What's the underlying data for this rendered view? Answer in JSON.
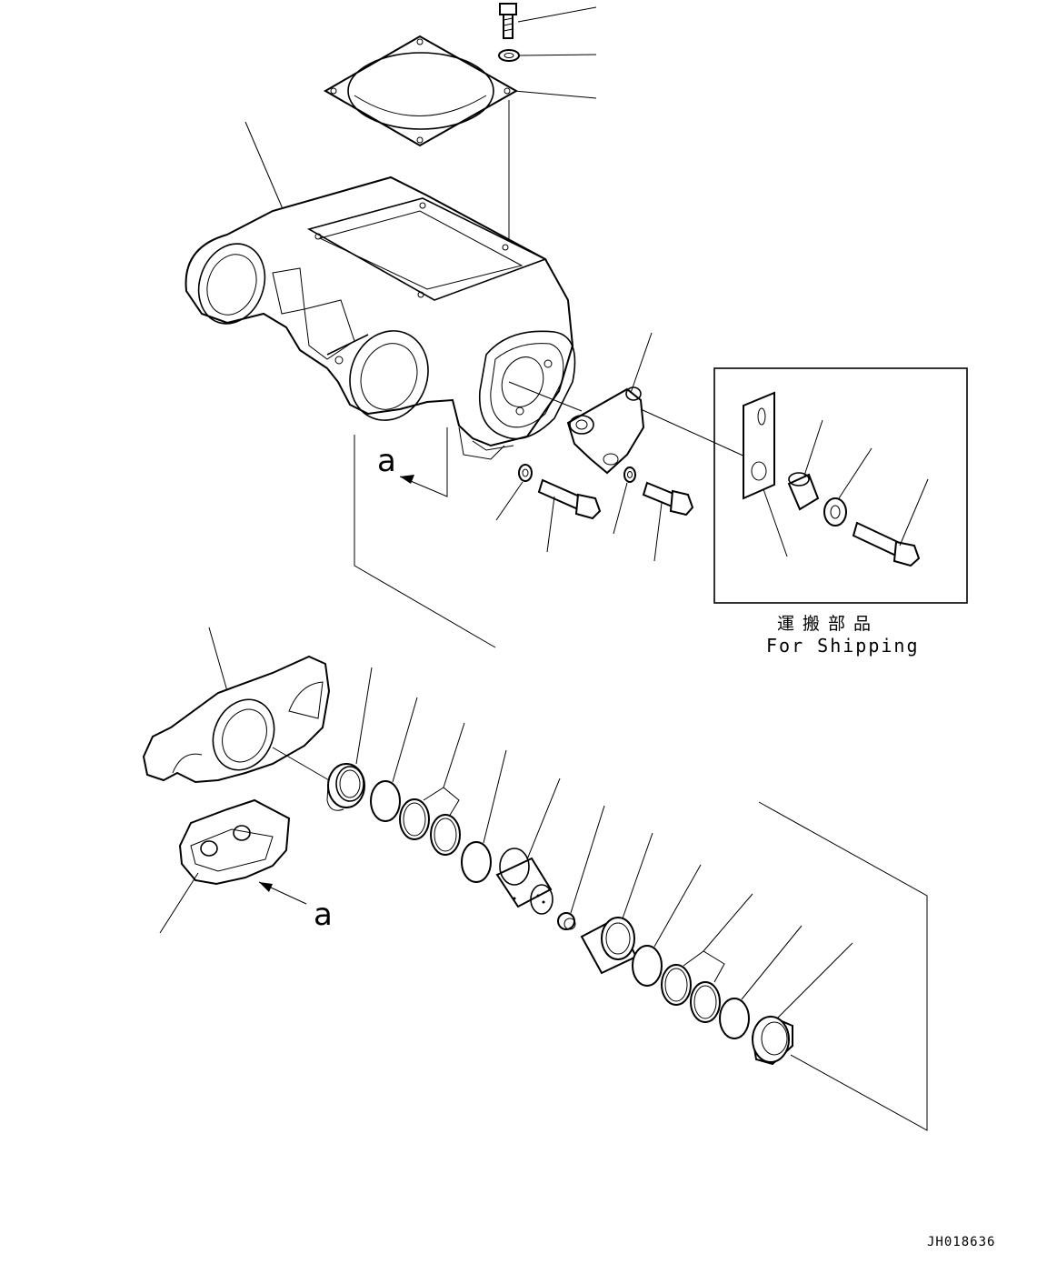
{
  "diagram": {
    "view_label_arrow_top": "a",
    "view_label_arrow_bottom": "a",
    "shipping_box": {
      "label_jp": "運搬部品",
      "label_en": "For Shipping"
    },
    "drawing_code": "JH018636"
  },
  "colors": {
    "line": "#000000",
    "background": "#ffffff"
  }
}
